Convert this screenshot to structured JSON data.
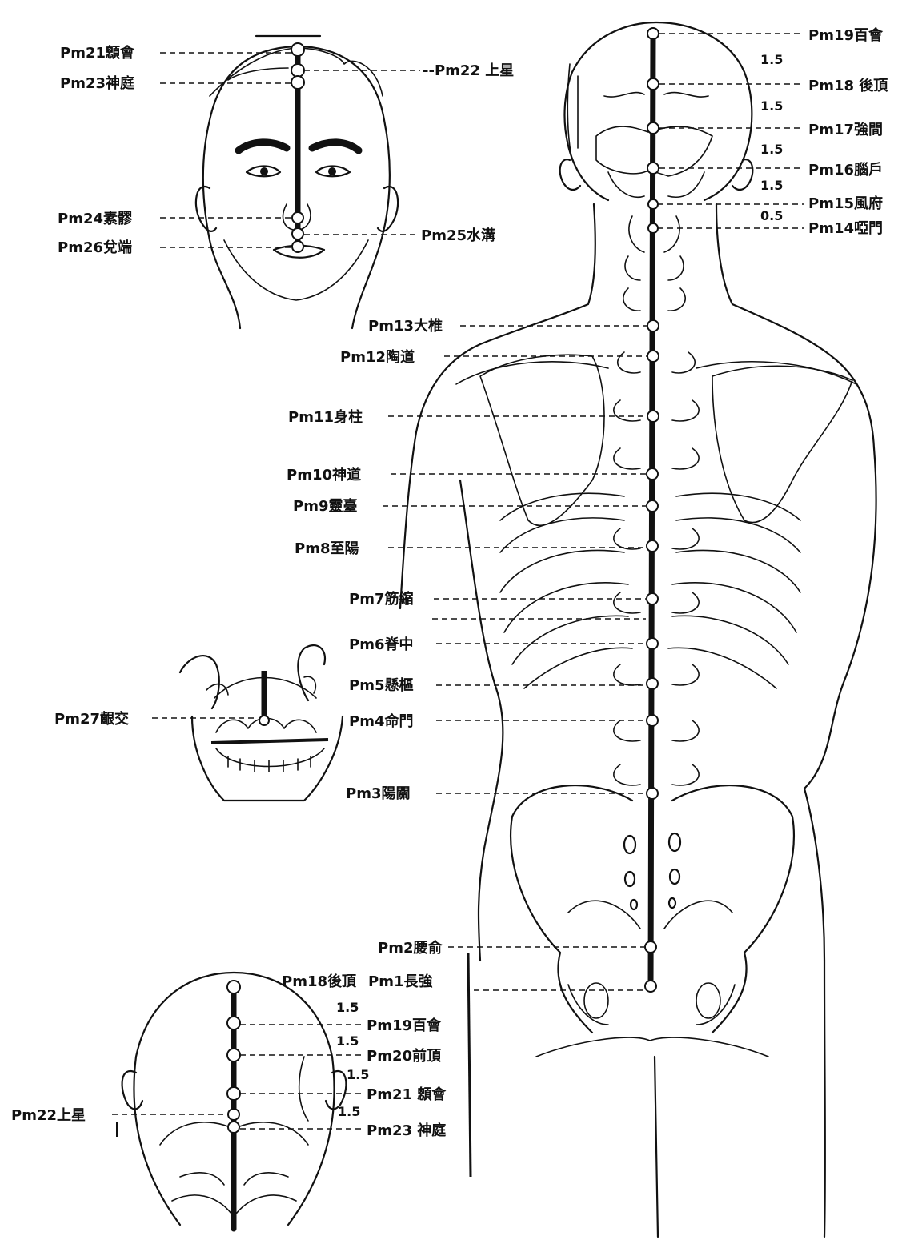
{
  "face": {
    "pm21": "Pm21顖會",
    "pm22": "--Pm22 上星",
    "pm23": "Pm23神庭",
    "pm24": "Pm24素髎",
    "pm25": "Pm25水溝",
    "pm26": "Pm26兌端"
  },
  "mouth": {
    "pm27": "Pm27齦交"
  },
  "head_top": {
    "pm18": "Pm18後頂",
    "pm19": "Pm19百會",
    "pm20": "Pm20前頂",
    "pm21": "Pm21 顖會",
    "pm22": "Pm22上星",
    "pm23": "Pm23 神庭",
    "spacing": [
      "1.5",
      "1.5",
      "1.5",
      "1.5"
    ]
  },
  "back": {
    "pm19": "Pm19百會",
    "pm18": "Pm18 後頂",
    "pm17": "Pm17強間",
    "pm16": "Pm16腦戶",
    "pm15": "Pm15風府",
    "pm14": "Pm14啞門",
    "pm13": "Pm13大椎",
    "pm12": "Pm12陶道",
    "pm11": "Pm11身柱",
    "pm10": "Pm10神道",
    "pm9": "Pm9靈臺",
    "pm8": "Pm8至陽",
    "pm7": "Pm7筋縮",
    "pm6": "Pm6脊中",
    "pm5": "Pm5懸樞",
    "pm4": "Pm4命門",
    "pm3": "Pm3陽關",
    "pm2": "Pm2腰俞",
    "pm1": "Pm1長強",
    "spacing": [
      "1.5",
      "1.5",
      "1.5",
      "1.5",
      "0.5"
    ]
  }
}
